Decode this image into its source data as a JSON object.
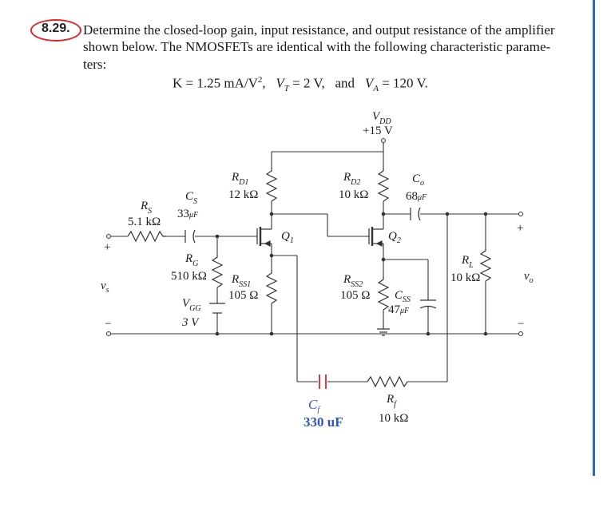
{
  "problem": {
    "number": "8.29.",
    "line1": "Determine the closed-loop gain, input resistance, and output resistance of the amplifier",
    "line2": "shown below. The NMOSFETs are identical with the following characteristic parame-",
    "line3": "ters:",
    "params": {
      "k": "K = 1.25 mA/V",
      "k_exp": "2",
      "k_sep": ",",
      "vt": "V",
      "vt_sub": "T",
      "vt_val": " = 2 V,",
      "and": "and",
      "va": "V",
      "va_sub": "A",
      "va_val": " = 120 V."
    }
  },
  "circuit": {
    "vdd": {
      "name": "V",
      "sub": "DD",
      "value": "+15 V"
    },
    "rs": {
      "name": "R",
      "sub": "S",
      "value": "5.1 kΩ"
    },
    "cs": {
      "name": "C",
      "sub": "S",
      "value": "33",
      "unit": "μF"
    },
    "rg": {
      "name": "R",
      "sub": "G",
      "value": "510 kΩ"
    },
    "vgg": {
      "name": "V",
      "sub": "GG",
      "value": "3 V"
    },
    "rd1": {
      "name": "R",
      "sub": "D1",
      "value": "12 kΩ"
    },
    "rss1": {
      "name": "R",
      "sub": "SS1",
      "value": "105 Ω"
    },
    "q1": {
      "name": "Q",
      "sub": "1"
    },
    "rd2": {
      "name": "R",
      "sub": "D2",
      "value": "10 kΩ"
    },
    "rss2": {
      "name": "R",
      "sub": "SS2",
      "value": "105 Ω"
    },
    "q2": {
      "name": "Q",
      "sub": "2"
    },
    "css": {
      "name": "C",
      "sub": "SS",
      "value": "47",
      "unit": "μF"
    },
    "co": {
      "name": "C",
      "sub": "o",
      "value": "68",
      "unit": "μF"
    },
    "rl": {
      "name": "R",
      "sub": "L",
      "value": "10 kΩ"
    },
    "rf": {
      "name": "R",
      "sub": "f",
      "value": "10 kΩ"
    },
    "cf": {
      "name": "C",
      "sub": "f",
      "value": "330 uF"
    },
    "vs": {
      "name": "v",
      "sub": "s"
    },
    "vo": {
      "name": "v",
      "sub": "o"
    },
    "plus": "+",
    "minus": "−"
  },
  "colors": {
    "highlight_red": "#e0242a",
    "annotation_blue": "#2f55c8",
    "page_bar": "#2f6db8"
  }
}
